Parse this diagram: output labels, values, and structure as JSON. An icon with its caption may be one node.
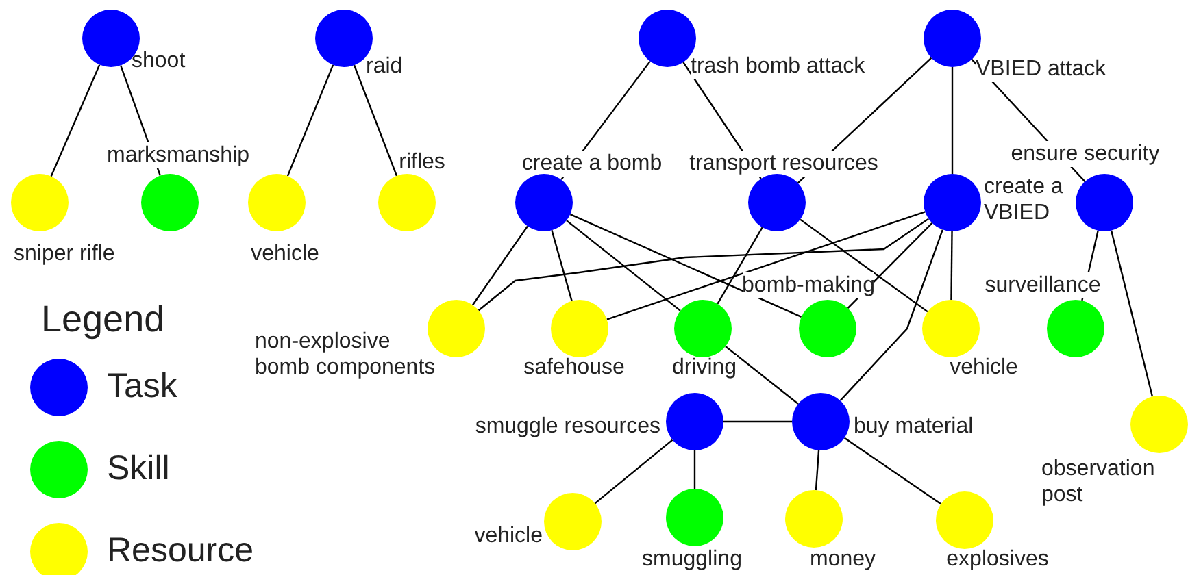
{
  "diagram": {
    "nodes": [
      {
        "text": [
          "shoot"
        ]
      },
      {
        "text": [
          "sniper rifle"
        ]
      },
      {
        "text": [
          "marksmanship"
        ]
      },
      {
        "text": [
          "raid"
        ]
      },
      {
        "text": [
          "vehicle"
        ]
      },
      {
        "text": [
          "rifles"
        ]
      },
      {
        "text": [
          "trash bomb attack"
        ]
      },
      {
        "text": [
          "VBIED attack"
        ]
      },
      {
        "text": [
          "create a bomb"
        ]
      },
      {
        "text": [
          "transport resources"
        ]
      },
      {
        "text": [
          "create a VBIED"
        ]
      },
      {
        "text": [
          "ensure security"
        ]
      },
      {
        "text": [
          "non-explosive bomb components"
        ]
      },
      {
        "text": [
          "safehouse"
        ]
      },
      {
        "text": [
          "driving"
        ]
      },
      {
        "text": [
          "bomb-making"
        ]
      },
      {
        "text": [
          "vehicle"
        ]
      },
      {
        "text": [
          "surveillance"
        ]
      },
      {
        "text": [
          "observation post"
        ]
      },
      {
        "text": [
          "smuggle resources"
        ]
      },
      {
        "text": [
          "buy material"
        ]
      },
      {
        "text": [
          "vehicle"
        ]
      },
      {
        "text": [
          "smuggling"
        ]
      },
      {
        "text": [
          "money"
        ]
      },
      {
        "text": [
          "explosives"
        ]
      }
    ],
    "edges": [
      {
        "from": 0,
        "to": 1,
        "arrow": "none"
      },
      {
        "from": 0,
        "to": 2,
        "arrow": "none"
      },
      {
        "from": 3,
        "to": 4,
        "arrow": "none"
      },
      {
        "from": 3,
        "to": 5,
        "arrow": "none"
      },
      {
        "from": 6,
        "to": 8,
        "arrow": "none"
      },
      {
        "from": 6,
        "to": 9,
        "arrow": "none"
      },
      {
        "from": 7,
        "to": 9,
        "arrow": "none"
      },
      {
        "from": 7,
        "to": 10,
        "arrow": "none"
      },
      {
        "from": 7,
        "to": 11,
        "arrow": "none"
      },
      {
        "from": 8,
        "to": 12,
        "arrow": "none"
      },
      {
        "from": 8,
        "to": 13,
        "arrow": "none"
      },
      {
        "from": 8,
        "to": 14,
        "arrow": "none"
      },
      {
        "from": 8,
        "to": 15,
        "arrow": "none"
      },
      {
        "from": 9,
        "to": 14,
        "arrow": "none"
      },
      {
        "from": 9,
        "to": 16,
        "arrow": "none"
      },
      {
        "from": 10,
        "to": 12,
        "arrow": "none"
      },
      {
        "from": 10,
        "to": 13,
        "arrow": "none"
      },
      {
        "from": 10,
        "to": 15,
        "arrow": "none"
      },
      {
        "from": 10,
        "to": 16,
        "arrow": "none"
      },
      {
        "from": 10,
        "to": 20,
        "arrow": "none"
      },
      {
        "from": 11,
        "to": 17,
        "arrow": "none"
      },
      {
        "from": 11,
        "to": 18,
        "arrow": "none"
      },
      {
        "from": 14,
        "to": 20,
        "arrow": "none"
      },
      {
        "from": 19,
        "to": 20,
        "arrow": "none"
      },
      {
        "from": 19,
        "to": 21,
        "arrow": "none"
      },
      {
        "from": 19,
        "to": 22,
        "arrow": "none"
      },
      {
        "from": 20,
        "to": 23,
        "arrow": "none"
      },
      {
        "from": 20,
        "to": 24,
        "arrow": "none"
      }
    ],
    "labels": [
      "Legend"
    ],
    "legend": [
      {
        "text": "Task",
        "color": "#0000ff"
      },
      {
        "text": "Skill",
        "color": "#00ff00"
      },
      {
        "text": "Resource",
        "color": "#ffff00"
      }
    ]
  }
}
